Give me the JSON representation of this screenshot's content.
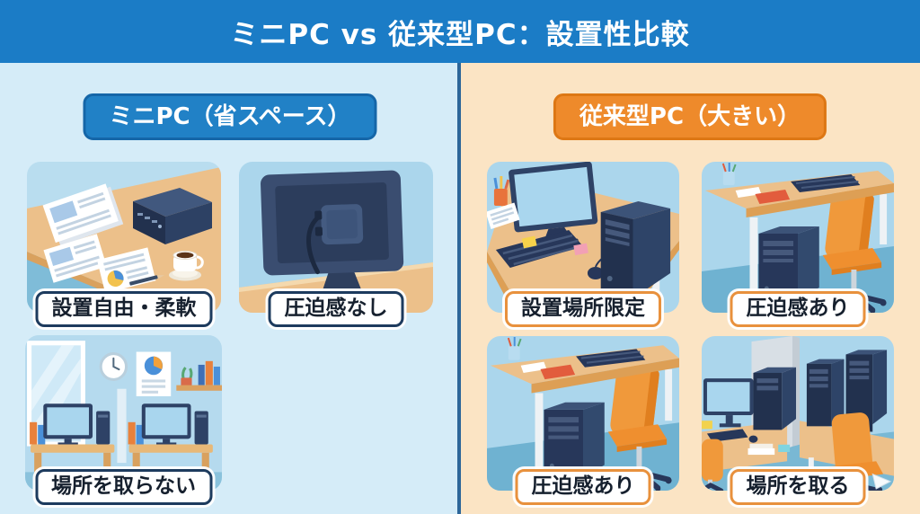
{
  "header": {
    "title": "ミニPC vs 従来型PC：設置性比較"
  },
  "left_panel": {
    "badge": "ミニPC（省スペース）",
    "cards": [
      {
        "label": "設置自由・柔軟",
        "illustration": "mini-pc-on-desk"
      },
      {
        "label": "圧迫感なし",
        "illustration": "monitor-back-vesa-mini-pc"
      },
      {
        "label": "場所を取らない",
        "illustration": "two-compact-workstations"
      }
    ]
  },
  "right_panel": {
    "badge": "従来型PC（大きい）",
    "cards": [
      {
        "label": "設置場所限定",
        "illustration": "tower-pc-on-desk"
      },
      {
        "label": "圧迫感あり",
        "illustration": "tower-under-desk-with-chair"
      },
      {
        "label": "圧迫感あり",
        "illustration": "tower-under-desk-with-chair"
      },
      {
        "label": "場所を取る",
        "illustration": "multiple-towers-workstations"
      }
    ]
  },
  "colors": {
    "header_bg": "#1b7cc6",
    "left_bg": "#d5ecf8",
    "right_bg": "#fbe4c4",
    "divider": "#2d6699",
    "left_badge_bg": "#2181c6",
    "right_badge_bg": "#ee8a2b",
    "left_label_border": "#1d3b5e",
    "right_label_border": "#e8913d"
  }
}
